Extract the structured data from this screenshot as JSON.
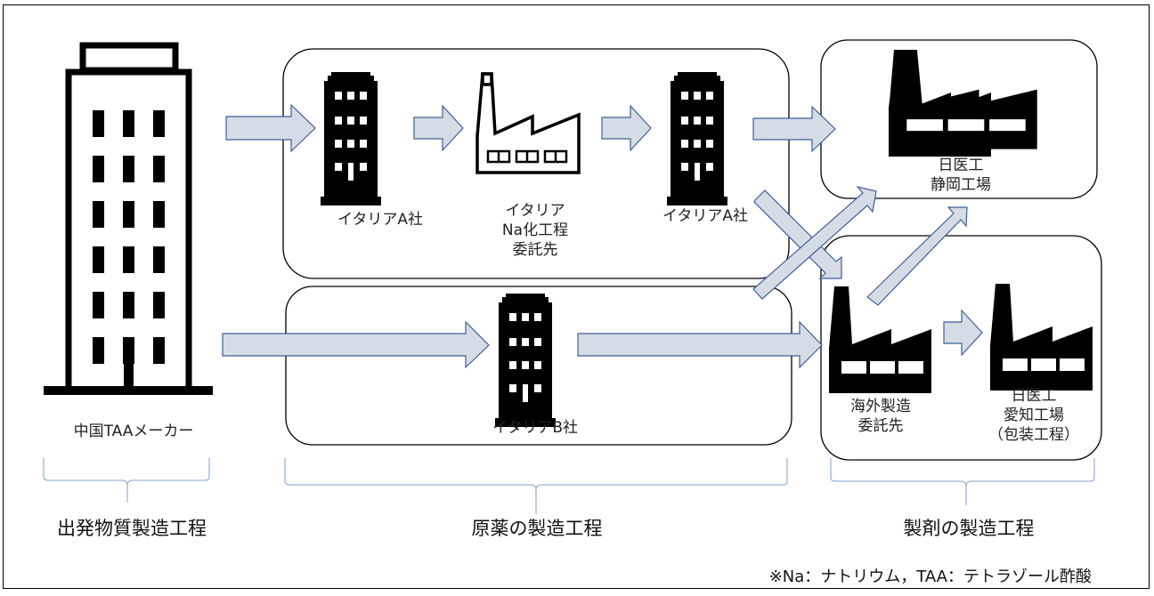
{
  "nodes": {
    "china_maker": "中国TAAメーカー",
    "italy_a_1": "イタリアA社",
    "italy_na": "イタリア\nNa化工程\n委託先",
    "italy_a_2": "イタリアA社",
    "italy_b": "イタリアB社",
    "nichiiko_shizuoka": "日医工\n静岡工場",
    "overseas_contract": "海外製造\n委託先",
    "nichiiko_aichi": "日医工\n愛知工場\n（包装工程）"
  },
  "stages": {
    "starting_material": "出発物質製造工程",
    "api": "原薬の製造工程",
    "formulation": "製剤の製造工程"
  },
  "footnote": "※Na：ナトリウム，TAA：テトラゾール酢酸",
  "icons": {
    "china_maker": "building-outline-icon",
    "italy_a": "building-icon",
    "italy_na": "factory-outline-icon",
    "italy_b": "building-icon",
    "shizuoka": "factory-icon",
    "overseas": "factory-icon",
    "aichi": "factory-icon"
  },
  "colors": {
    "arrow_fill": "#d5dce6",
    "arrow_stroke": "#3f5f96",
    "brace": "#9bb4d8"
  }
}
